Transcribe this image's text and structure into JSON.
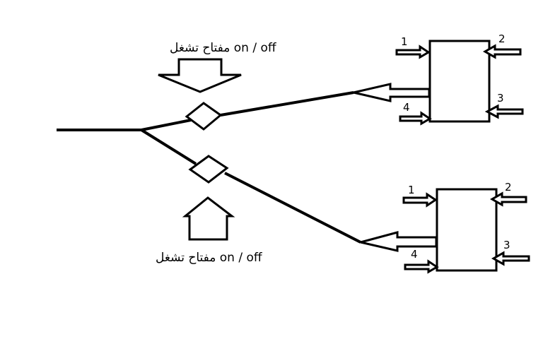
{
  "switch_label": "مفتاح تشغل on / off",
  "switches": [
    {
      "label": "مفتاح تشغل on / off"
    },
    {
      "label": "مفتاح تشغل on / off"
    }
  ],
  "blocks": [
    {
      "inputs": [
        "1",
        "2",
        "3",
        "4"
      ]
    },
    {
      "inputs": [
        "1",
        "2",
        "3",
        "4"
      ]
    }
  ],
  "colors": {
    "line": "#000000",
    "background": "#ffffff"
  }
}
